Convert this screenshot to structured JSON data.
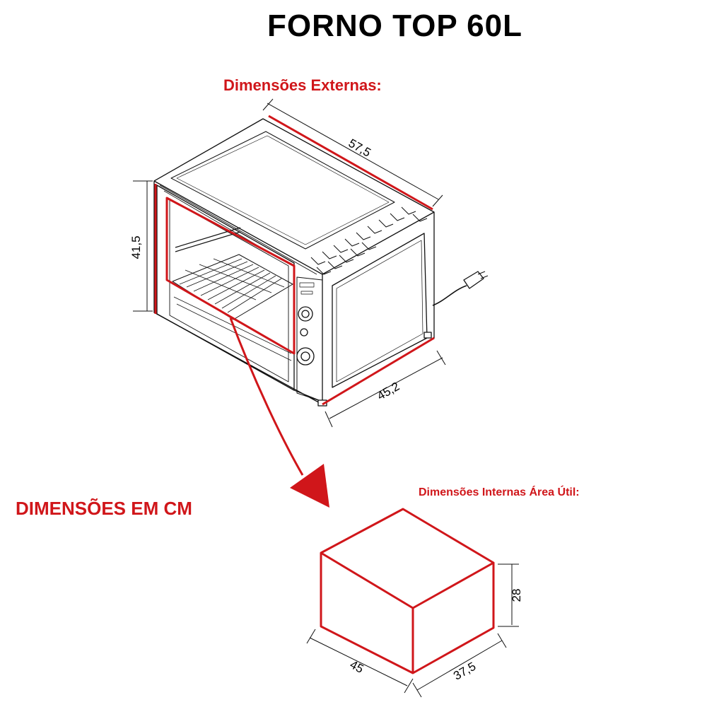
{
  "title": "FORNO TOP 60L",
  "labels": {
    "external": "Dimensões Externas:",
    "units": "DIMENSÕES EM CM",
    "internal": "Dimensões Internas Área Útil:"
  },
  "external_dimensions": {
    "width": "57,5",
    "height": "41,5",
    "depth": "45,2"
  },
  "internal_dimensions": {
    "width": "45",
    "height": "28",
    "depth": "37,5"
  },
  "colors": {
    "accent": "#d0161a",
    "line": "#000000"
  }
}
